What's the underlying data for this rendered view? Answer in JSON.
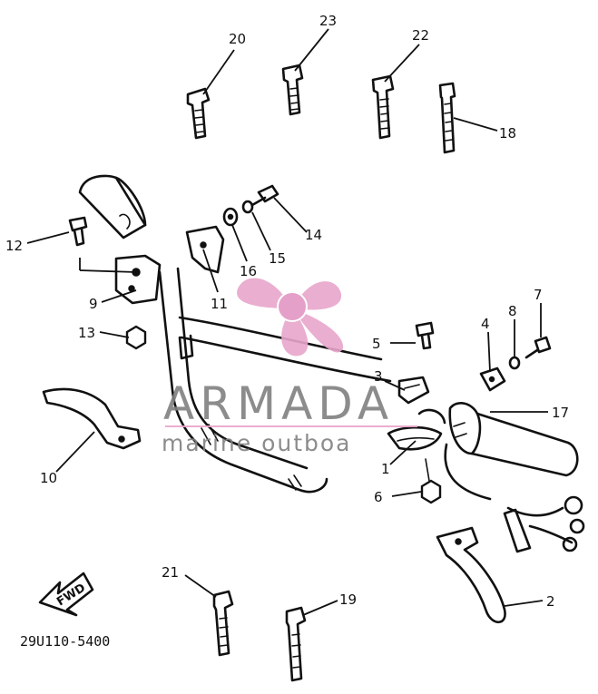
{
  "diagram": {
    "callouts": [
      {
        "id": "1",
        "label": "1"
      },
      {
        "id": "2",
        "label": "2"
      },
      {
        "id": "3",
        "label": "3"
      },
      {
        "id": "4",
        "label": "4"
      },
      {
        "id": "5",
        "label": "5"
      },
      {
        "id": "6",
        "label": "6"
      },
      {
        "id": "7",
        "label": "7"
      },
      {
        "id": "8",
        "label": "8"
      },
      {
        "id": "9",
        "label": "9"
      },
      {
        "id": "10",
        "label": "10"
      },
      {
        "id": "11",
        "label": "11"
      },
      {
        "id": "12",
        "label": "12"
      },
      {
        "id": "13",
        "label": "13"
      },
      {
        "id": "14",
        "label": "14"
      },
      {
        "id": "15",
        "label": "15"
      },
      {
        "id": "16",
        "label": "16"
      },
      {
        "id": "17",
        "label": "17"
      },
      {
        "id": "18",
        "label": "18"
      },
      {
        "id": "19",
        "label": "19"
      },
      {
        "id": "20",
        "label": "20"
      },
      {
        "id": "21",
        "label": "21"
      },
      {
        "id": "22",
        "label": "22"
      },
      {
        "id": "23",
        "label": "23"
      }
    ],
    "direction_label": "FWD",
    "drawing_number": "29U110-5400"
  },
  "watermark": {
    "brand": "ARMADA",
    "tagline": "marine outboa",
    "logo_color": "#e8a6cc",
    "logo_center_color": "#e396c4",
    "text_color": "#808080"
  }
}
